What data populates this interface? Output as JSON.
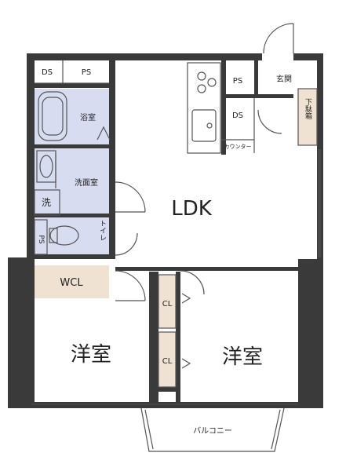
{
  "rooms": {
    "ds_top": "DS",
    "ps_top": "PS",
    "bath": "浴室",
    "washroom": "洗面室",
    "washer": "洗",
    "ps_side": "PS",
    "toilet": "トイレ",
    "ldk": "LDK",
    "ps_kitchen": "PS",
    "ds_kitchen": "DS",
    "counter": "カウンター",
    "entrance": "玄関",
    "shoe_box": "下駄箱",
    "wcl": "WCL",
    "cl_upper": "CL",
    "cl_lower": "CL",
    "western_left": "洋室",
    "western_right": "洋室",
    "balcony": "バルコニー"
  },
  "colors": {
    "wall": "#3a3a3a",
    "wet_area": "#d8dcf0",
    "storage": "#efe2d2",
    "thin_line": "#555555"
  }
}
